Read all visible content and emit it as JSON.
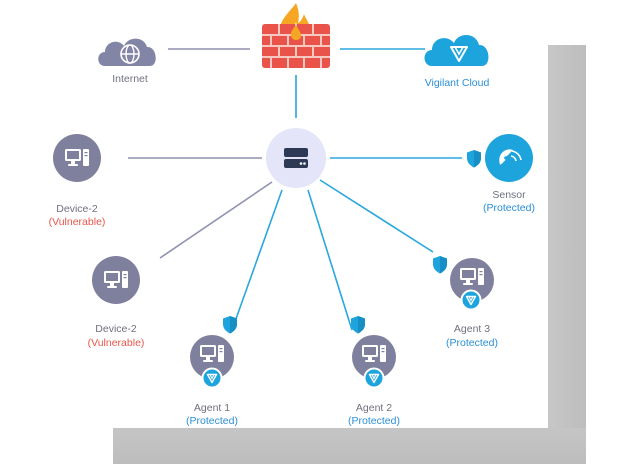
{
  "colors": {
    "device_gray": "#7f7f9e",
    "hub": "#e4e5f8",
    "hub_icon": "#2e3a55",
    "protected_blue": "#1ea4dc",
    "line_blue": "#2aa7dd",
    "line_gray": "#8f91b0",
    "firewall_red": "#e9534a",
    "flame": "#f6a623",
    "vulnerable_red": "#e8574b"
  },
  "nodes": {
    "internet": {
      "label": "Internet",
      "icon": "globe-cloud-icon"
    },
    "firewall": {
      "icon": "firewall-icon"
    },
    "vigilant_cloud": {
      "label": "Vigilant Cloud",
      "icon": "vigilant-cloud-icon"
    },
    "hub": {
      "icon": "server-icon"
    },
    "device_left_top": {
      "name": "Device-2",
      "status": "(Vulnerable)",
      "icon": "computer-icon"
    },
    "device_left_mid": {
      "name": "Device-2",
      "status": "(Vulnerable)",
      "icon": "computer-icon"
    },
    "sensor": {
      "name": "Sensor",
      "status": "(Protected)",
      "icon": "satellite-dish-icon"
    },
    "agent1": {
      "name": "Agent 1",
      "status": "(Protected)",
      "icon": "computer-icon"
    },
    "agent2": {
      "name": "Agent 2",
      "status": "(Protected)",
      "icon": "computer-icon"
    },
    "agent3": {
      "name": "Agent 3",
      "status": "(Protected)",
      "icon": "computer-icon"
    }
  }
}
